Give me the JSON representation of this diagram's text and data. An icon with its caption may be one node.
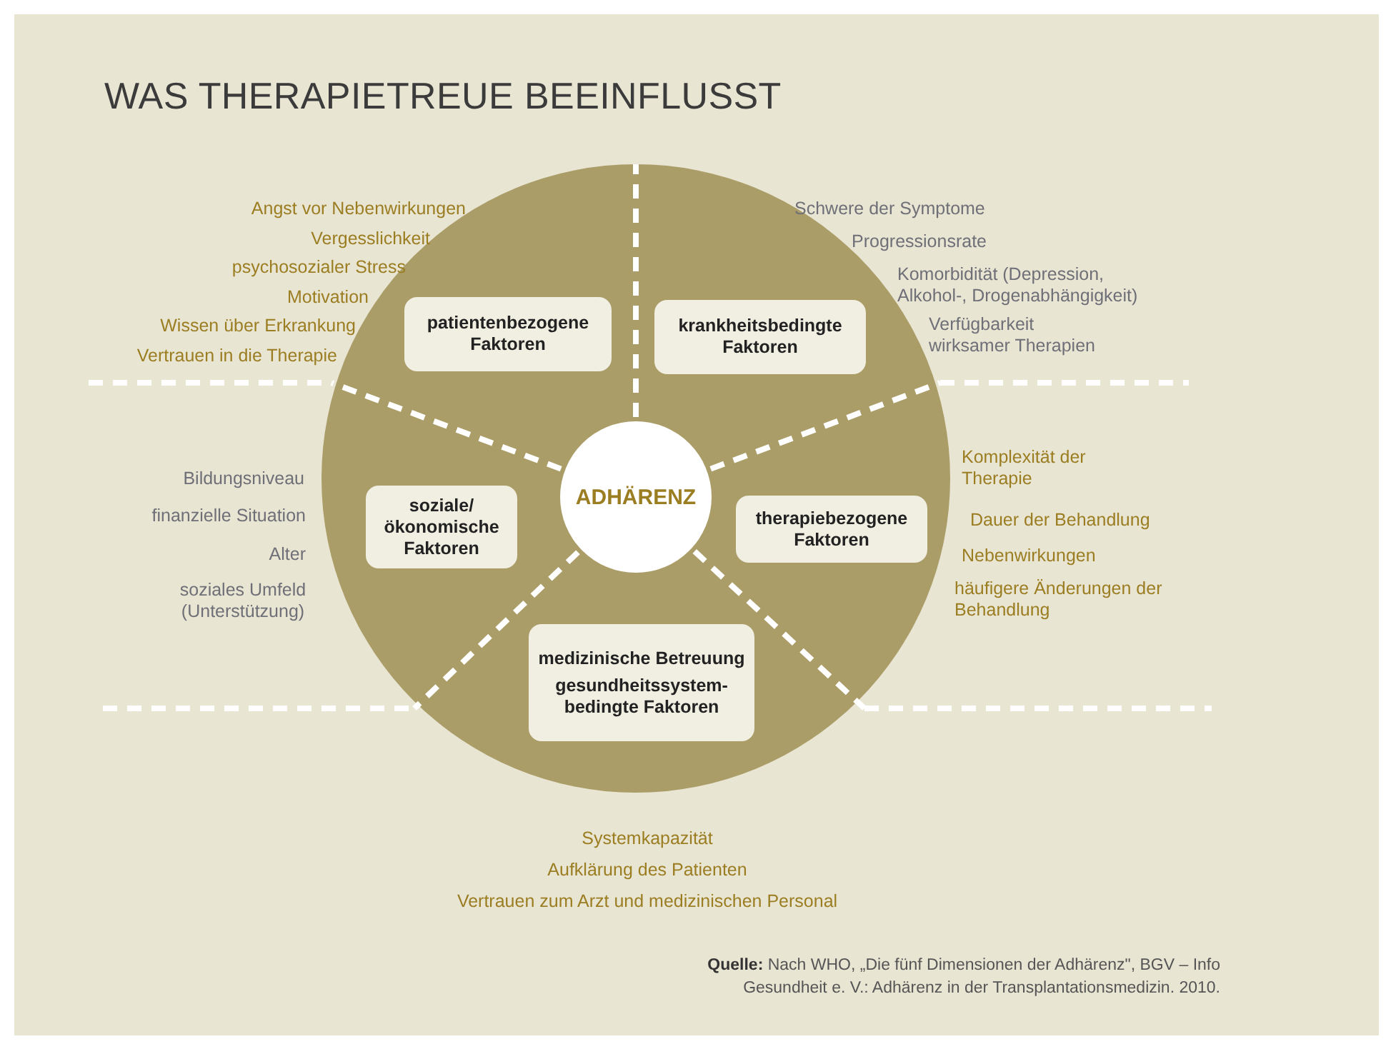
{
  "diagram": {
    "title": "WAS THERAPIETREUE BEEINFLUSST",
    "caption": "**Quelle:** Nach WHO, „Die fünf Dimensionen der Adhärenz\", BGV – Info Gesundheit e. V.: Adhärenz in der Transplantationsmedizin. 2010.",
    "nodes": [
      {
        "text": [
          "ADHÄRENZ"
        ]
      },
      {
        "text": [
          "patientenbezogene Faktoren"
        ],
        "beside": [
          "Angst vor Nebenwirkungen",
          "Vergesslichkeit",
          "psychosozialer Stress",
          "Motivation",
          "Wissen über Erkrankung",
          "Vertrauen in die Therapie"
        ]
      },
      {
        "text": [
          "krankheitsbedingte Faktoren"
        ],
        "beside": [
          "Schwere der Symptome",
          "Progressionsrate",
          "Komorbidität (Depression, Alkohol-, Drogenabhängigkeit)",
          "Verfügbarkeit wirksamer Therapien"
        ]
      },
      {
        "text": [
          "soziale/ ökonomische Faktoren"
        ],
        "beside": [
          "Bildungsniveau",
          "finanzielle Situation",
          "Alter",
          "soziales Umfeld (Unterstützung)"
        ]
      },
      {
        "text": [
          "therapiebezogene Faktoren"
        ],
        "beside": [
          "Komplexität der Therapie",
          "Dauer der Behandlung",
          "Nebenwirkungen",
          "häufigere Änderungen der Behandlung"
        ]
      },
      {
        "text": [
          "medizinische Betreuung",
          "gesundheitssystem-bedingte Faktoren"
        ],
        "beside": [
          "Systemkapazität",
          "Aufklärung des Patienten",
          "Vertrauen zum Arzt und medizinischen Personal"
        ]
      }
    ],
    "edges": []
  }
}
